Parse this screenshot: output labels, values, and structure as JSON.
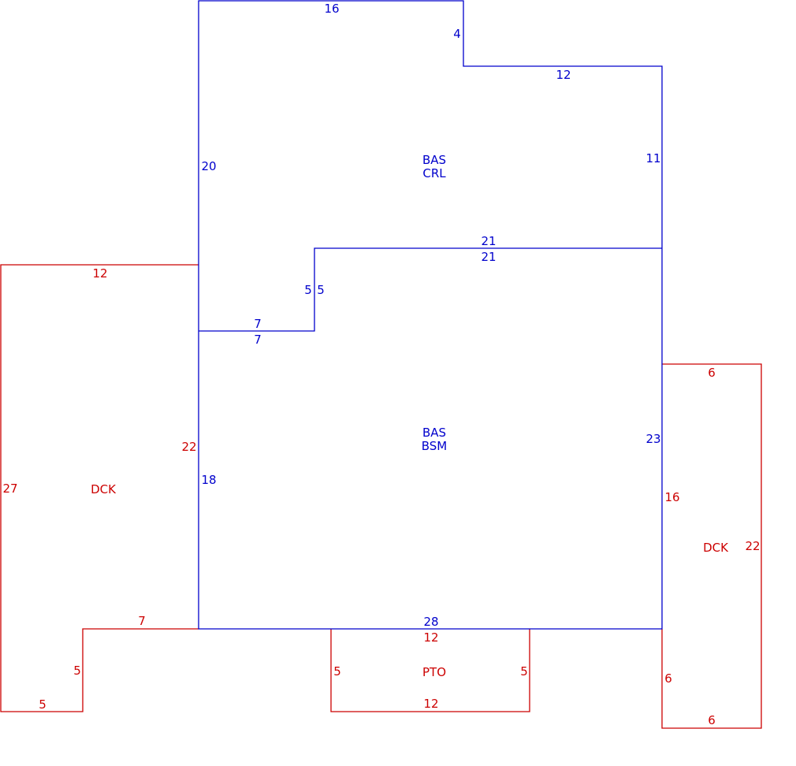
{
  "colors": {
    "main": "#0000cc",
    "accessory": "#cc0000"
  },
  "areas": {
    "upper": {
      "code": "BAS",
      "sub": "CRL"
    },
    "lower": {
      "code": "BAS",
      "sub": "BSM"
    },
    "left_deck": "DCK",
    "right_deck": "DCK",
    "patio": "PTO"
  },
  "dims": {
    "upper_top": "16",
    "upper_step": "4",
    "upper_top_right": "12",
    "upper_left": "20",
    "upper_right": "11",
    "mid_top_upper": "21",
    "mid_top_lower": "21",
    "mid_step_left": "5",
    "mid_step_right": "5",
    "mid_left_upper": "7",
    "mid_left_lower": "7",
    "lower_left": "18",
    "lower_right": "23",
    "lower_bottom": "28",
    "ldeck_top": "12",
    "ldeck_inner": "22",
    "ldeck_left": "27",
    "ldeck_bottom_step": "7",
    "ldeck_step_vert": "5",
    "ldeck_bottom": "5",
    "rdeck_top": "6",
    "rdeck_left": "16",
    "rdeck_right": "22",
    "rdeck_lower_left": "6",
    "rdeck_bottom": "6",
    "patio_top": "12",
    "patio_left": "5",
    "patio_right": "5",
    "patio_bottom": "12"
  }
}
